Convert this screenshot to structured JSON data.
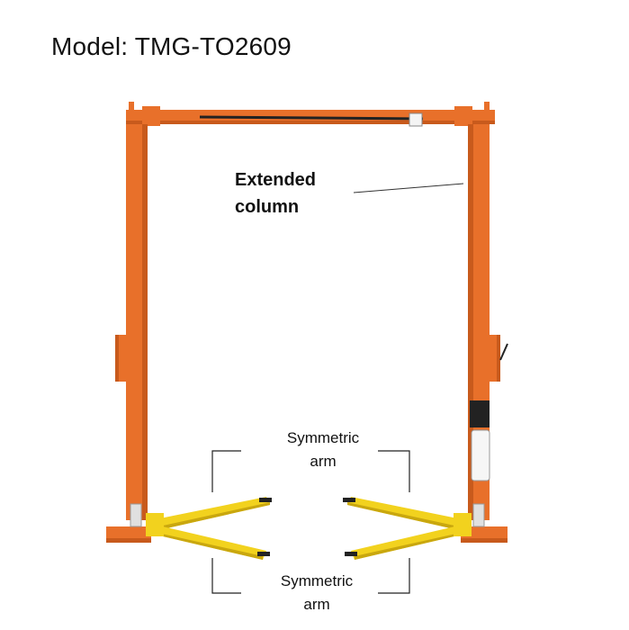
{
  "title": "Model: TMG-TO2609",
  "labels": {
    "extended_column_line1": "Extended",
    "extended_column_line2": "column",
    "top_arm_line1": "Symmetric",
    "top_arm_line2": "arm",
    "bottom_arm_line1": "Symmetric",
    "bottom_arm_line2": "arm"
  },
  "colors": {
    "column": "#E8702A",
    "column_shadow": "#C85A1C",
    "arm": "#F2D21E",
    "arm_shadow": "#C9A70E",
    "background": "#ffffff"
  }
}
